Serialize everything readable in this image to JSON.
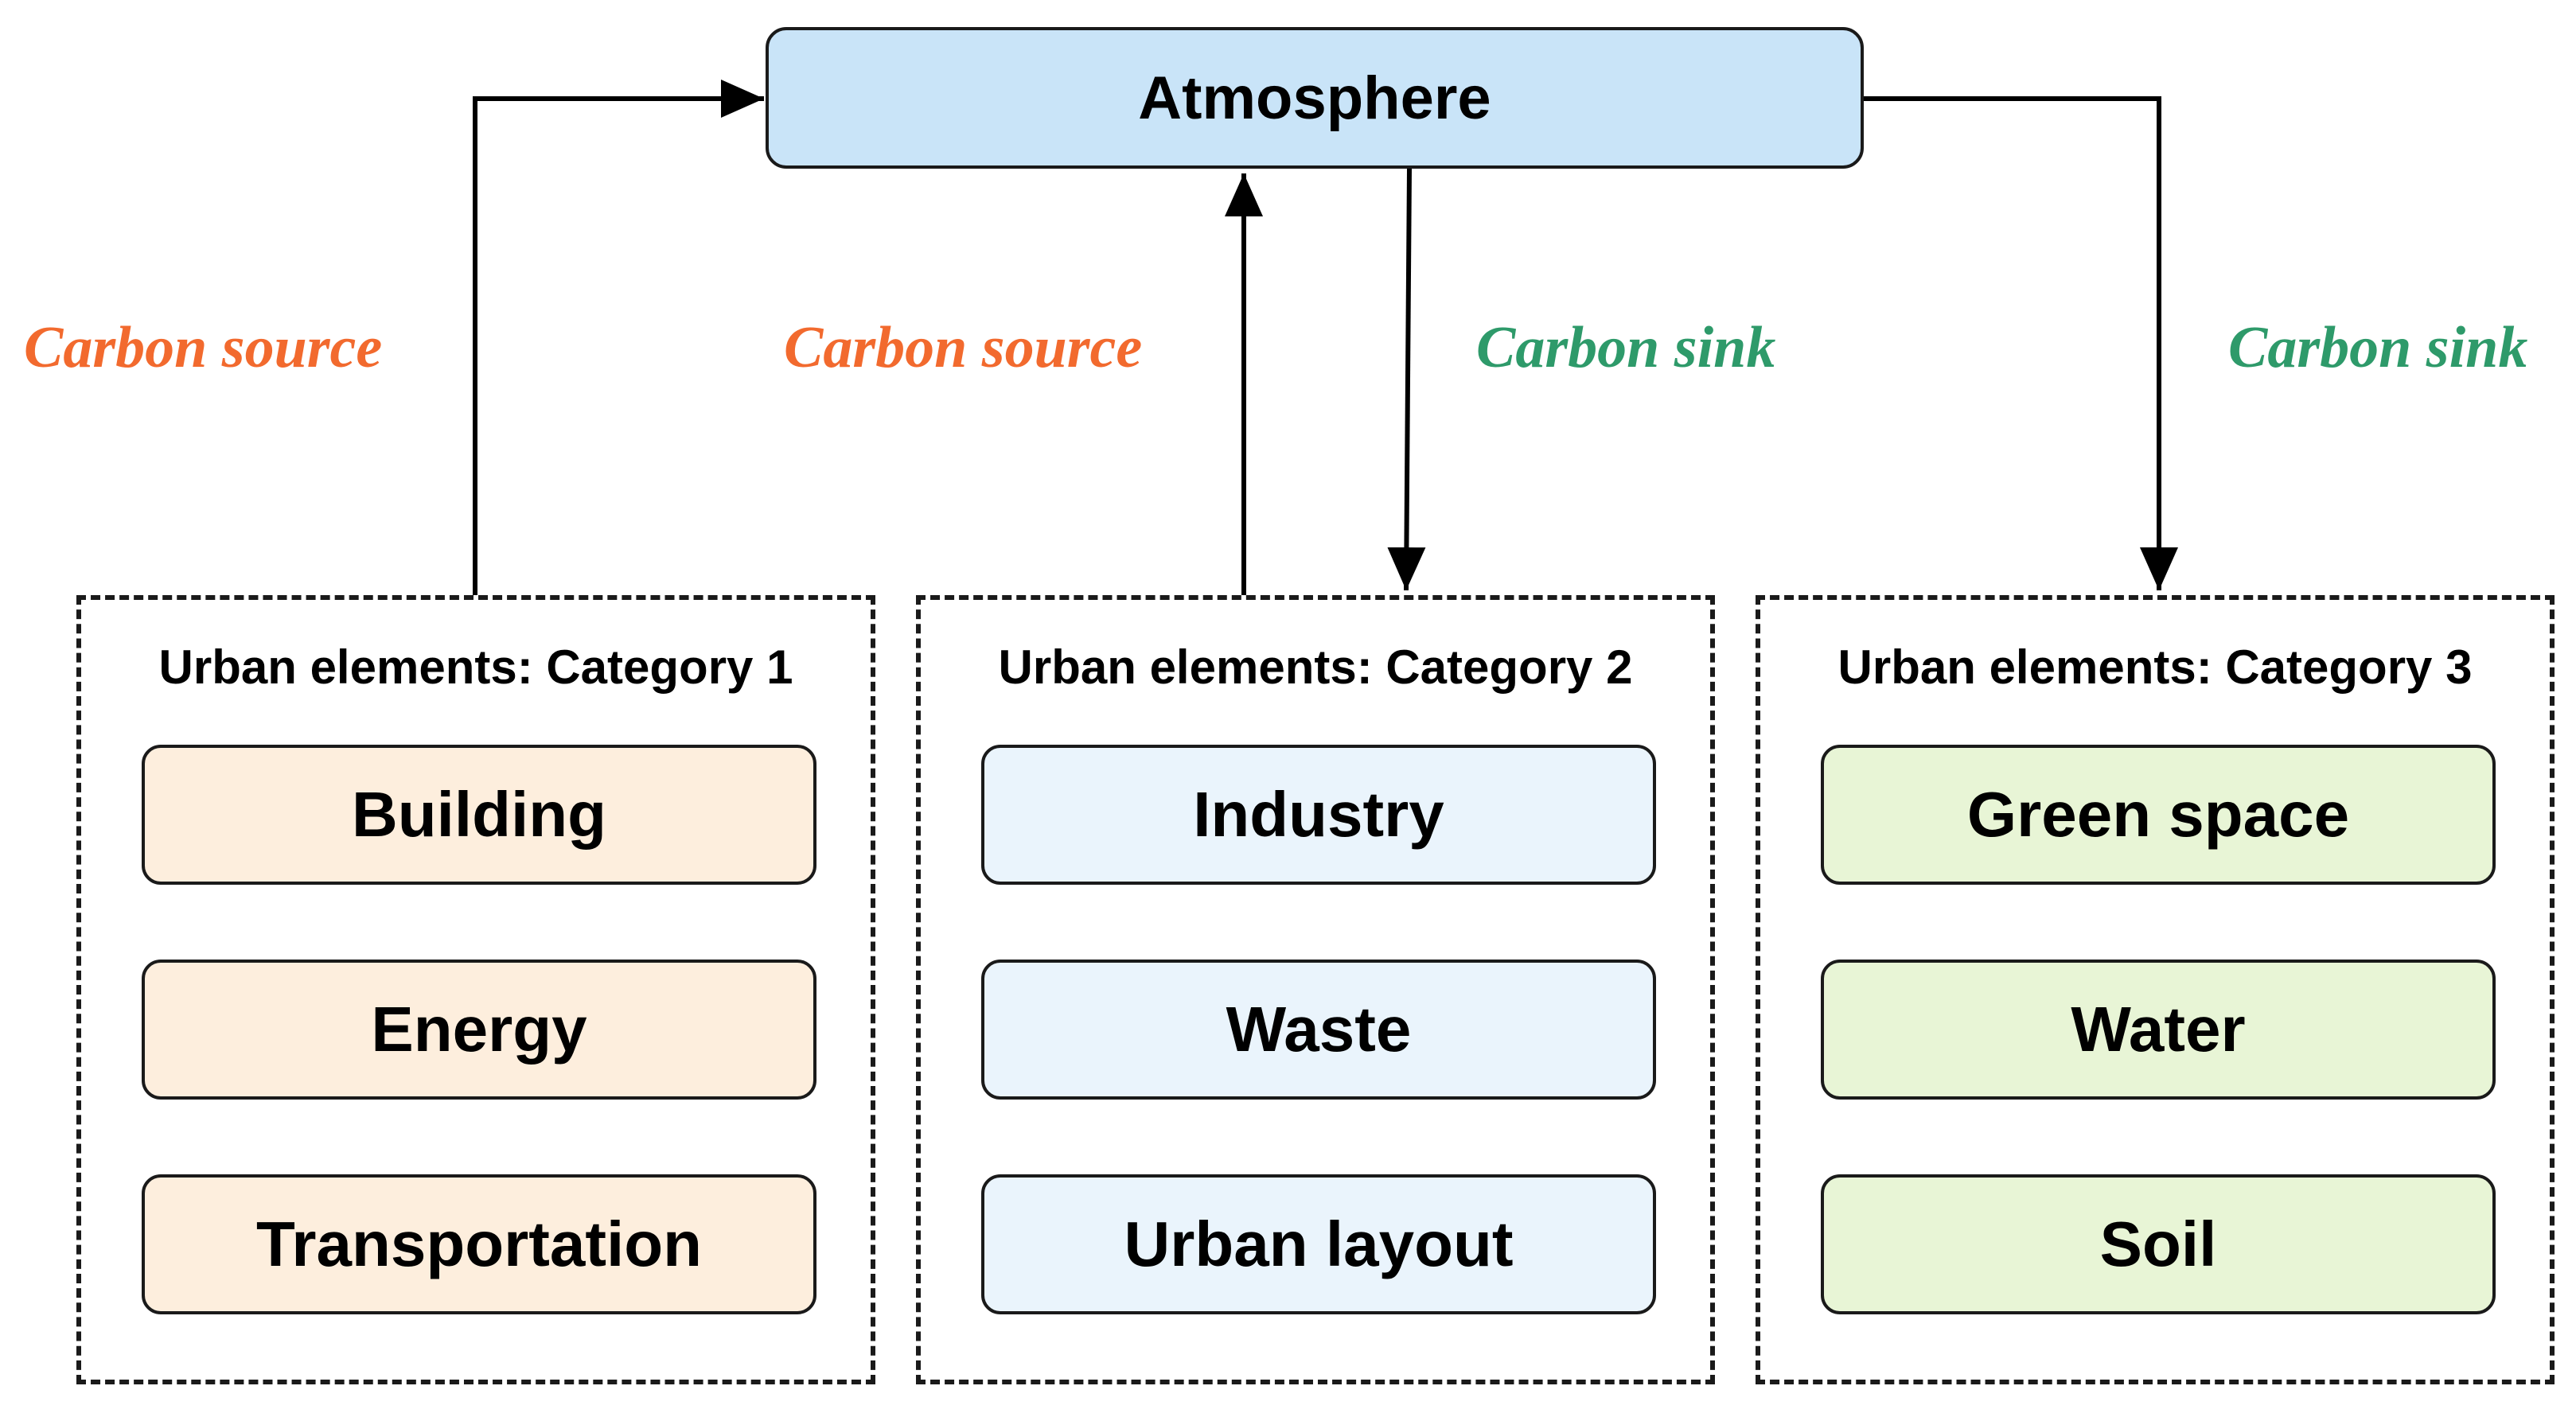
{
  "atmosphere": {
    "label": "Atmosphere",
    "color": "#c9e4f8"
  },
  "flows": [
    {
      "label": "Carbon source",
      "color": "#f26a2e",
      "direction": "category-1 to atmosphere"
    },
    {
      "label": "Carbon source",
      "color": "#f26a2e",
      "direction": "category-2 to atmosphere"
    },
    {
      "label": "Carbon sink",
      "color": "#2e9a6a",
      "direction": "atmosphere to category-2"
    },
    {
      "label": "Carbon sink",
      "color": "#2e9a6a",
      "direction": "atmosphere to category-3"
    }
  ],
  "categories": [
    {
      "title": "Urban elements: Category 1",
      "fill": "#fdeedd",
      "elements": [
        "Building",
        "Energy",
        "Transportation"
      ]
    },
    {
      "title": "Urban elements: Category 2",
      "fill": "#eaf4fc",
      "elements": [
        "Industry",
        "Waste",
        "Urban layout"
      ]
    },
    {
      "title": "Urban elements: Category 3",
      "fill": "#e8f5d6",
      "elements": [
        "Green space",
        "Water",
        "Soil"
      ]
    }
  ]
}
